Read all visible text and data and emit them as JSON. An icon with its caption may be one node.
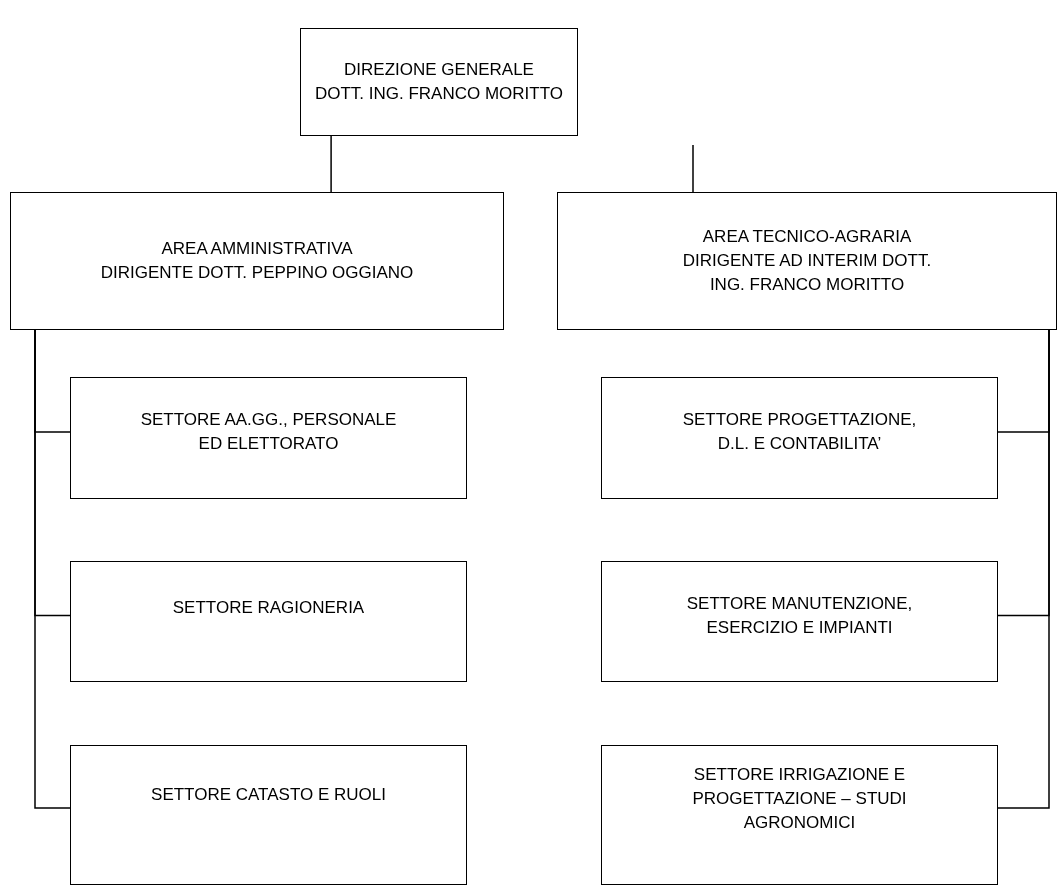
{
  "diagram": {
    "nodes": [
      {
        "text": [
          "DIREZIONE GENERALE",
          "DOTT. ING. FRANCO MORITTO"
        ]
      },
      {
        "text": [
          "AREA AMMINISTRATIVA",
          "DIRIGENTE DOTT. PEPPINO OGGIANO"
        ]
      },
      {
        "text": [
          "AREA TECNICO-AGRARIA",
          "DIRIGENTE AD INTERIM DOTT. ING. FRANCO MORITTO"
        ]
      },
      {
        "text": [
          "SETTORE AA.GG., PERSONALE ED ELETTORATO"
        ]
      },
      {
        "text": [
          "SETTORE PROGETTAZIONE, D.L. E CONTABILITA’"
        ]
      },
      {
        "text": [
          "SETTORE RAGIONERIA"
        ]
      },
      {
        "text": [
          "SETTORE MANUTENZIONE, ESERCIZIO E IMPIANTI"
        ]
      },
      {
        "text": [
          "SETTORE CATASTO E RUOLI"
        ]
      },
      {
        "text": [
          "SETTORE IRRIGAZIONE E PROGETTAZIONE – STUDI AGRONOMICI"
        ]
      }
    ],
    "edges": [
      {
        "from": 0,
        "to": 1,
        "arrow": "none"
      },
      {
        "from": null,
        "to": 2,
        "arrow": "none"
      },
      {
        "from": 1,
        "to": 3,
        "arrow": "none"
      },
      {
        "from": 1,
        "to": 5,
        "arrow": "none"
      },
      {
        "from": 1,
        "to": 7,
        "arrow": "none"
      },
      {
        "from": 2,
        "to": 4,
        "arrow": "none"
      },
      {
        "from": 2,
        "to": 6,
        "arrow": "none"
      },
      {
        "from": 2,
        "to": 8,
        "arrow": "none"
      }
    ]
  }
}
